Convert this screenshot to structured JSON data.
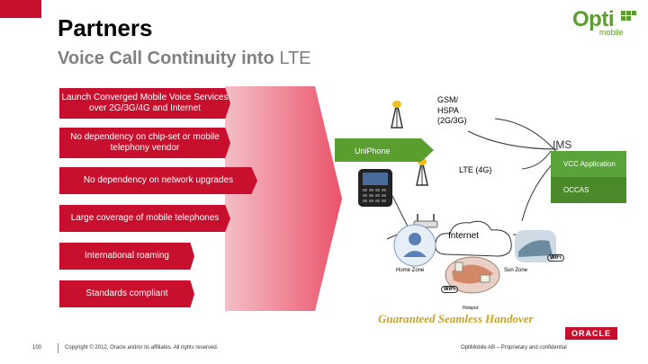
{
  "header": {
    "title": "Partners",
    "subtitle_bold": "Voice Call Continuity into",
    "subtitle_light": "LTE"
  },
  "logo": {
    "opti": "Opti",
    "mobile": "mobile",
    "brand_color": "#5a9e2f"
  },
  "benefits": [
    "Launch Converged Mobile Voice Services over 2G/3G/4G and Internet",
    "No dependency on chip-set or mobile telephony vendor",
    "No dependency on network upgrades",
    "Large coverage of mobile telephones",
    "International roaming",
    "Standards compliant"
  ],
  "diagram": {
    "gsm_label": "GSM/ HSPA (2G/3G)",
    "lte_label": "LTE (4G)",
    "ims_label": "IMS",
    "vcc_label": "VCC Application",
    "occas_label": "OCCAS",
    "uniphone_label": "UniPhone",
    "internet_label": "Internet",
    "home_zone": "Home Zone",
    "sun_zone": "Sun Zone",
    "hotspot": "Hotspot",
    "wifi": "WiFi"
  },
  "handover_text": "Guaranteed Seamless Handover",
  "footer": {
    "page": "100",
    "copyright": "Copyright © 2012, Oracle and/or its affiliates. All rights reserved.",
    "oracle": "ORACLE",
    "proprietary": "OptiMobile AB – Proprietary and confidential"
  },
  "colors": {
    "accent_red": "#c8102e",
    "accent_green": "#5a9e2f",
    "handover_gold": "#c9a227"
  }
}
